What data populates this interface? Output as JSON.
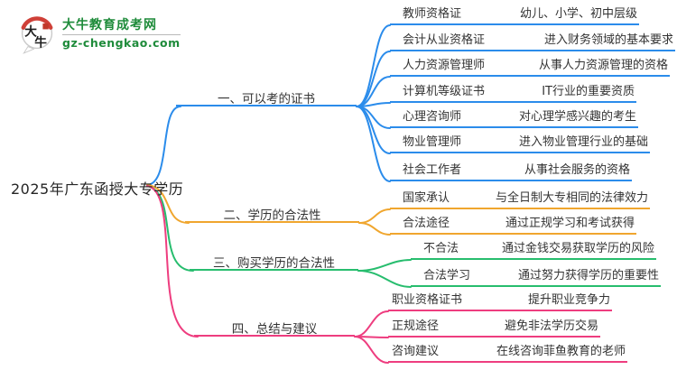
{
  "logo": {
    "title": "大牛教育成考网",
    "url": "gz-chengkao.com",
    "badge_chars_top": "大",
    "badge_chars_bottom": "牛",
    "brand_green": "#1e8b3a",
    "badge_red": "#cf4038"
  },
  "root": {
    "label": "2025年广东函授大专学历"
  },
  "branches": [
    {
      "label": "一、可以考的证书",
      "color": "#2b8ceb",
      "children": [
        {
          "label": "教师资格证",
          "desc": "幼儿、小学、初中层级"
        },
        {
          "label": "会计从业资格证",
          "desc": "进入财务领域的基本要求"
        },
        {
          "label": "人力资源管理师",
          "desc": "从事人力资源管理的资格"
        },
        {
          "label": "计算机等级证书",
          "desc": "IT行业的重要资质"
        },
        {
          "label": "心理咨询师",
          "desc": "对心理学感兴趣的考生"
        },
        {
          "label": "物业管理师",
          "desc": "进入物业管理行业的基础"
        },
        {
          "label": "社会工作者",
          "desc": "从事社会服务的资格"
        }
      ]
    },
    {
      "label": "二、学历的合法性",
      "color": "#f0a62e",
      "children": [
        {
          "label": "国家承认",
          "desc": "与全日制大专相同的法律效力"
        },
        {
          "label": "合法途径",
          "desc": "通过正规学习和考试获得"
        }
      ]
    },
    {
      "label": "三、购买学历的合法性",
      "color": "#27bd6e",
      "children": [
        {
          "label": "不合法",
          "desc": "通过金钱交易获取学历的风险"
        },
        {
          "label": "合法学习",
          "desc": "通过努力获得学历的重要性"
        }
      ]
    },
    {
      "label": "四、总结与建议",
      "color": "#ee3d7f",
      "children": [
        {
          "label": "职业资格证书",
          "desc": "提升职业竞争力"
        },
        {
          "label": "正规途径",
          "desc": "避免非法学历交易"
        },
        {
          "label": "咨询建议",
          "desc": "在线咨询菲鱼教育的老师"
        }
      ]
    }
  ]
}
